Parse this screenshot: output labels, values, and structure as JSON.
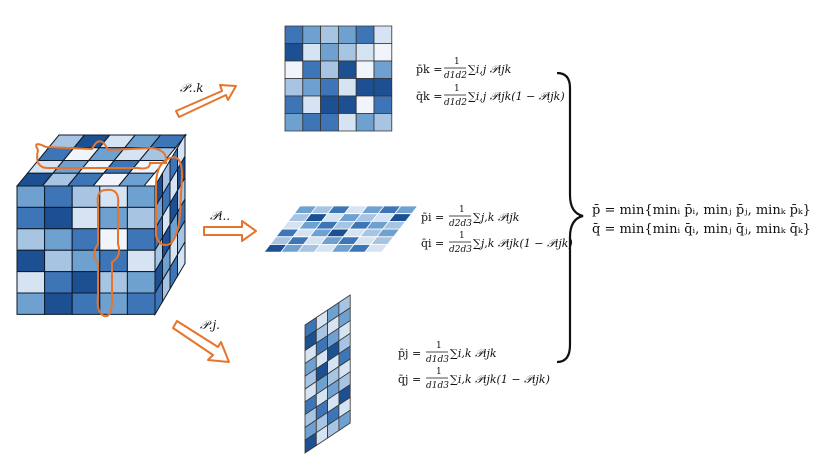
{
  "palette": [
    "#f1f5fb",
    "#d5e3f2",
    "#a7c5e2",
    "#6fa1d0",
    "#3e75b7",
    "#1d4f93"
  ],
  "outline_color": "#e6742b",
  "arrows": {
    "k": {
      "label": "𝒫..k"
    },
    "i": {
      "label": "𝒫i.."
    },
    "j": {
      "label": "𝒫.j."
    }
  },
  "formulas": {
    "k": {
      "p_lhs": "p̄k =",
      "p_den": "d1d2",
      "p_sum": "∑i,j 𝒫ijk",
      "q_lhs": "q̄k =",
      "q_den": "d1d2",
      "q_sum": "∑i,j 𝒫ijk(1 − 𝒫ijk)"
    },
    "i": {
      "p_lhs": "p̄i =",
      "p_den": "d2d3",
      "p_sum": "∑j,k 𝒫ijk",
      "q_lhs": "q̄i =",
      "q_den": "d2d3",
      "q_sum": "∑j,k 𝒫ijk(1 − 𝒫ijk)"
    },
    "j": {
      "p_lhs": "p̄j =",
      "p_den": "d1d3",
      "p_sum": "∑i,k 𝒫ijk",
      "q_lhs": "q̄j =",
      "q_den": "d1d3",
      "q_sum": "∑i,k 𝒫ijk(1 − 𝒫ijk)"
    },
    "numerator": "1"
  },
  "summary": {
    "p": "p̄ = min{minᵢ p̄ᵢ, minⱼ p̄ⱼ, minₖ p̄ₖ}",
    "q": "q̄ = min{minᵢ q̄ᵢ, minⱼ q̄ⱼ, minₖ q̄ₖ}"
  },
  "grids": {
    "cube_front": [
      [
        3,
        4,
        2,
        1,
        3
      ],
      [
        4,
        5,
        1,
        3,
        2
      ],
      [
        2,
        3,
        4,
        0,
        4
      ],
      [
        5,
        2,
        3,
        4,
        1
      ],
      [
        1,
        4,
        5,
        2,
        3
      ],
      [
        3,
        5,
        4,
        3,
        4
      ]
    ],
    "cube_top": [
      [
        2,
        5,
        1,
        3,
        4
      ],
      [
        4,
        0,
        3,
        1,
        2
      ],
      [
        1,
        3,
        0,
        4,
        0
      ],
      [
        5,
        2,
        4,
        0,
        3
      ]
    ],
    "cube_side": [
      [
        5,
        2,
        4,
        1
      ],
      [
        3,
        4,
        1,
        5
      ],
      [
        4,
        1,
        5,
        2
      ],
      [
        2,
        5,
        3,
        4
      ],
      [
        5,
        3,
        1,
        2
      ],
      [
        4,
        2,
        4,
        1
      ]
    ],
    "slice_k": [
      [
        4,
        3,
        2,
        3,
        4,
        1
      ],
      [
        5,
        1,
        3,
        2,
        1,
        0
      ],
      [
        0,
        4,
        2,
        5,
        0,
        3
      ],
      [
        2,
        3,
        4,
        1,
        5,
        5
      ],
      [
        4,
        1,
        5,
        5,
        0,
        4
      ],
      [
        3,
        4,
        4,
        1,
        3,
        2
      ]
    ],
    "slice_i": [
      [
        3,
        2,
        4,
        1,
        3,
        4,
        3
      ],
      [
        2,
        5,
        1,
        3,
        2,
        1,
        5
      ],
      [
        1,
        3,
        4,
        2,
        4,
        3,
        2
      ],
      [
        4,
        1,
        3,
        5,
        1,
        2,
        3
      ],
      [
        2,
        4,
        1,
        3,
        4,
        1,
        2
      ],
      [
        5,
        3,
        2,
        1,
        3,
        4,
        1
      ]
    ],
    "slice_j": [
      [
        4,
        1,
        3,
        2
      ],
      [
        5,
        2,
        1,
        3
      ],
      [
        1,
        4,
        3,
        1
      ],
      [
        3,
        1,
        5,
        2
      ],
      [
        2,
        5,
        1,
        4
      ],
      [
        1,
        3,
        2,
        1
      ],
      [
        4,
        1,
        3,
        2
      ],
      [
        2,
        4,
        1,
        5
      ],
      [
        3,
        2,
        4,
        1
      ],
      [
        5,
        1,
        2,
        3
      ]
    ]
  }
}
